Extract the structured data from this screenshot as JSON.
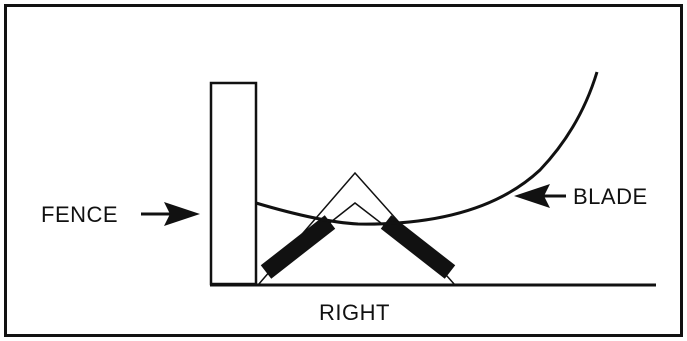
{
  "labels": {
    "fence": "FENCE",
    "blade": "BLADE",
    "right": "RIGHT"
  },
  "colors": {
    "ink": "#111111",
    "background": "#ffffff"
  }
}
